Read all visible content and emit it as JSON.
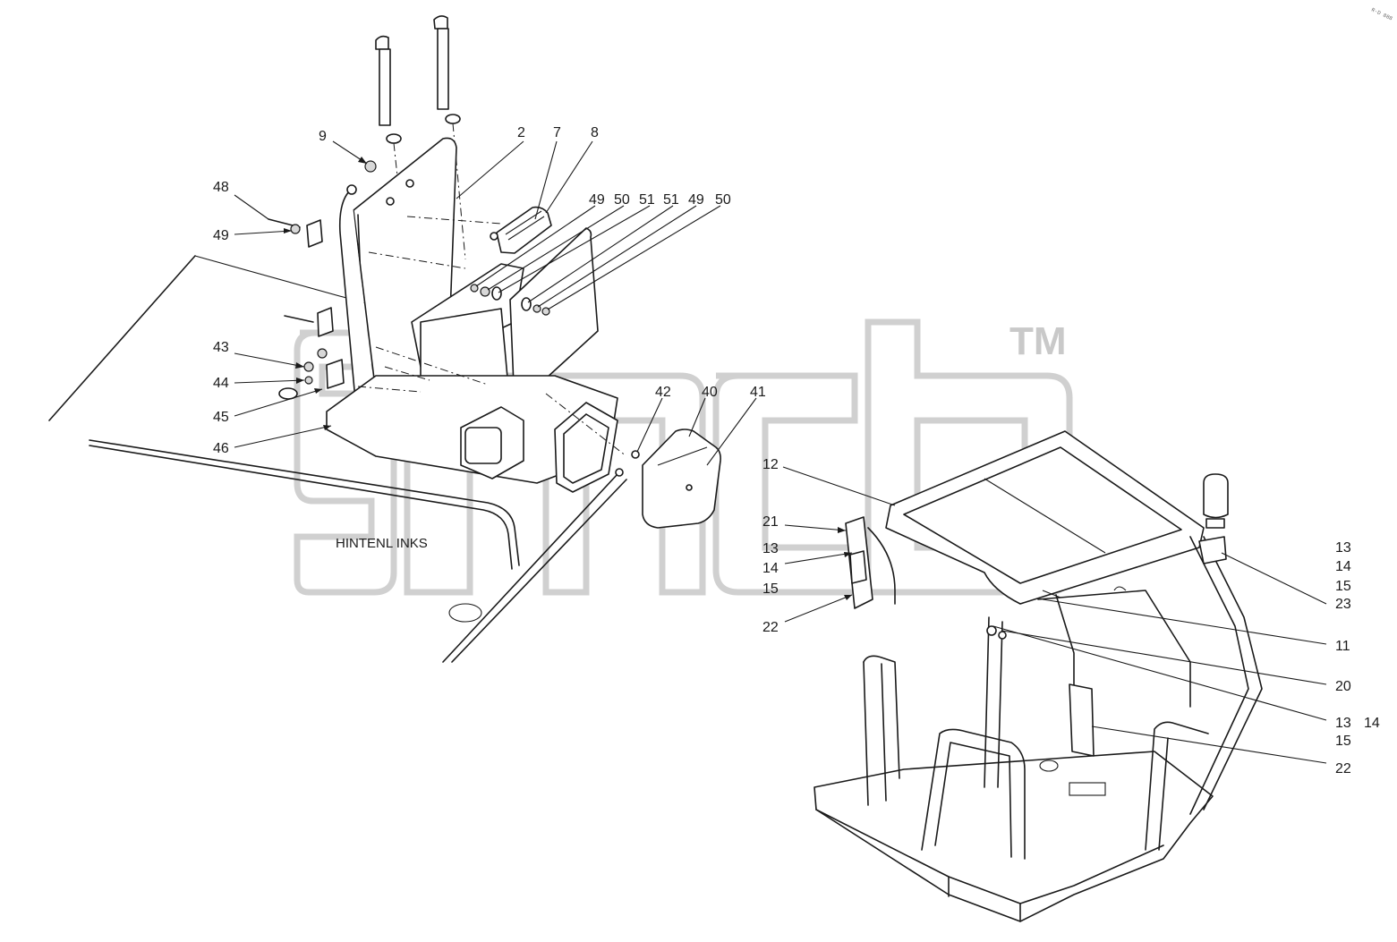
{
  "watermark": {
    "trademark": "TM"
  },
  "left_view_label": "HINTENL INKS",
  "corner_stamp": "R-D 888",
  "callouts_left": [
    "9",
    "2",
    "7",
    "8",
    "48",
    "49",
    "49",
    "50",
    "51",
    "51",
    "49",
    "50",
    "43",
    "44",
    "45",
    "46",
    "42",
    "40",
    "41"
  ],
  "callouts_right": [
    "12",
    "21",
    "13",
    "14",
    "15",
    "22",
    "13",
    "14",
    "15",
    "23",
    "11",
    "20",
    "13",
    "14",
    "15",
    "22"
  ]
}
